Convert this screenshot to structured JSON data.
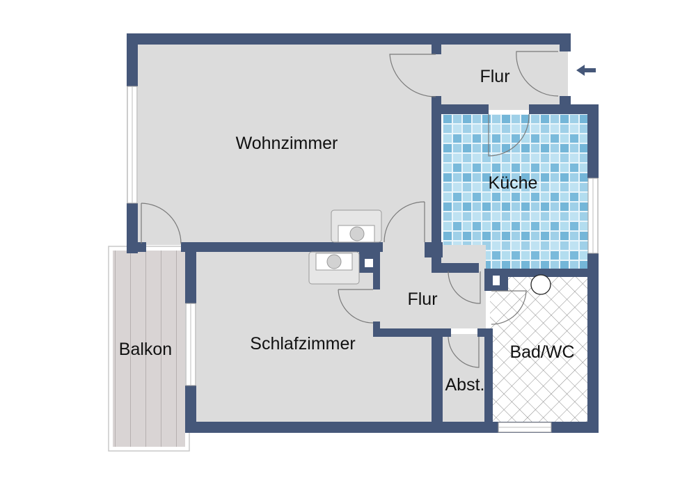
{
  "plan": {
    "type": "apartment floor plan",
    "colors": {
      "wall": "#455779",
      "floor": "#dcdcdc",
      "kitchen_tile": "#8cc6e3",
      "bathroom_tile": "#ffffff",
      "balcony_wood": "#d6d1d1"
    },
    "rooms": [
      {
        "id": "wohnzimmer",
        "label": "Wohnzimmer"
      },
      {
        "id": "flur_top",
        "label": "Flur"
      },
      {
        "id": "kueche",
        "label": "Küche"
      },
      {
        "id": "flur_mid",
        "label": "Flur"
      },
      {
        "id": "schlafzimmer",
        "label": "Schlafzimmer"
      },
      {
        "id": "balkon",
        "label": "Balkon"
      },
      {
        "id": "abst",
        "label": "Abst."
      },
      {
        "id": "bad",
        "label": "Bad/WC"
      }
    ],
    "entrance": {
      "icon": "arrow-left-icon",
      "meaning": "entrance"
    }
  }
}
